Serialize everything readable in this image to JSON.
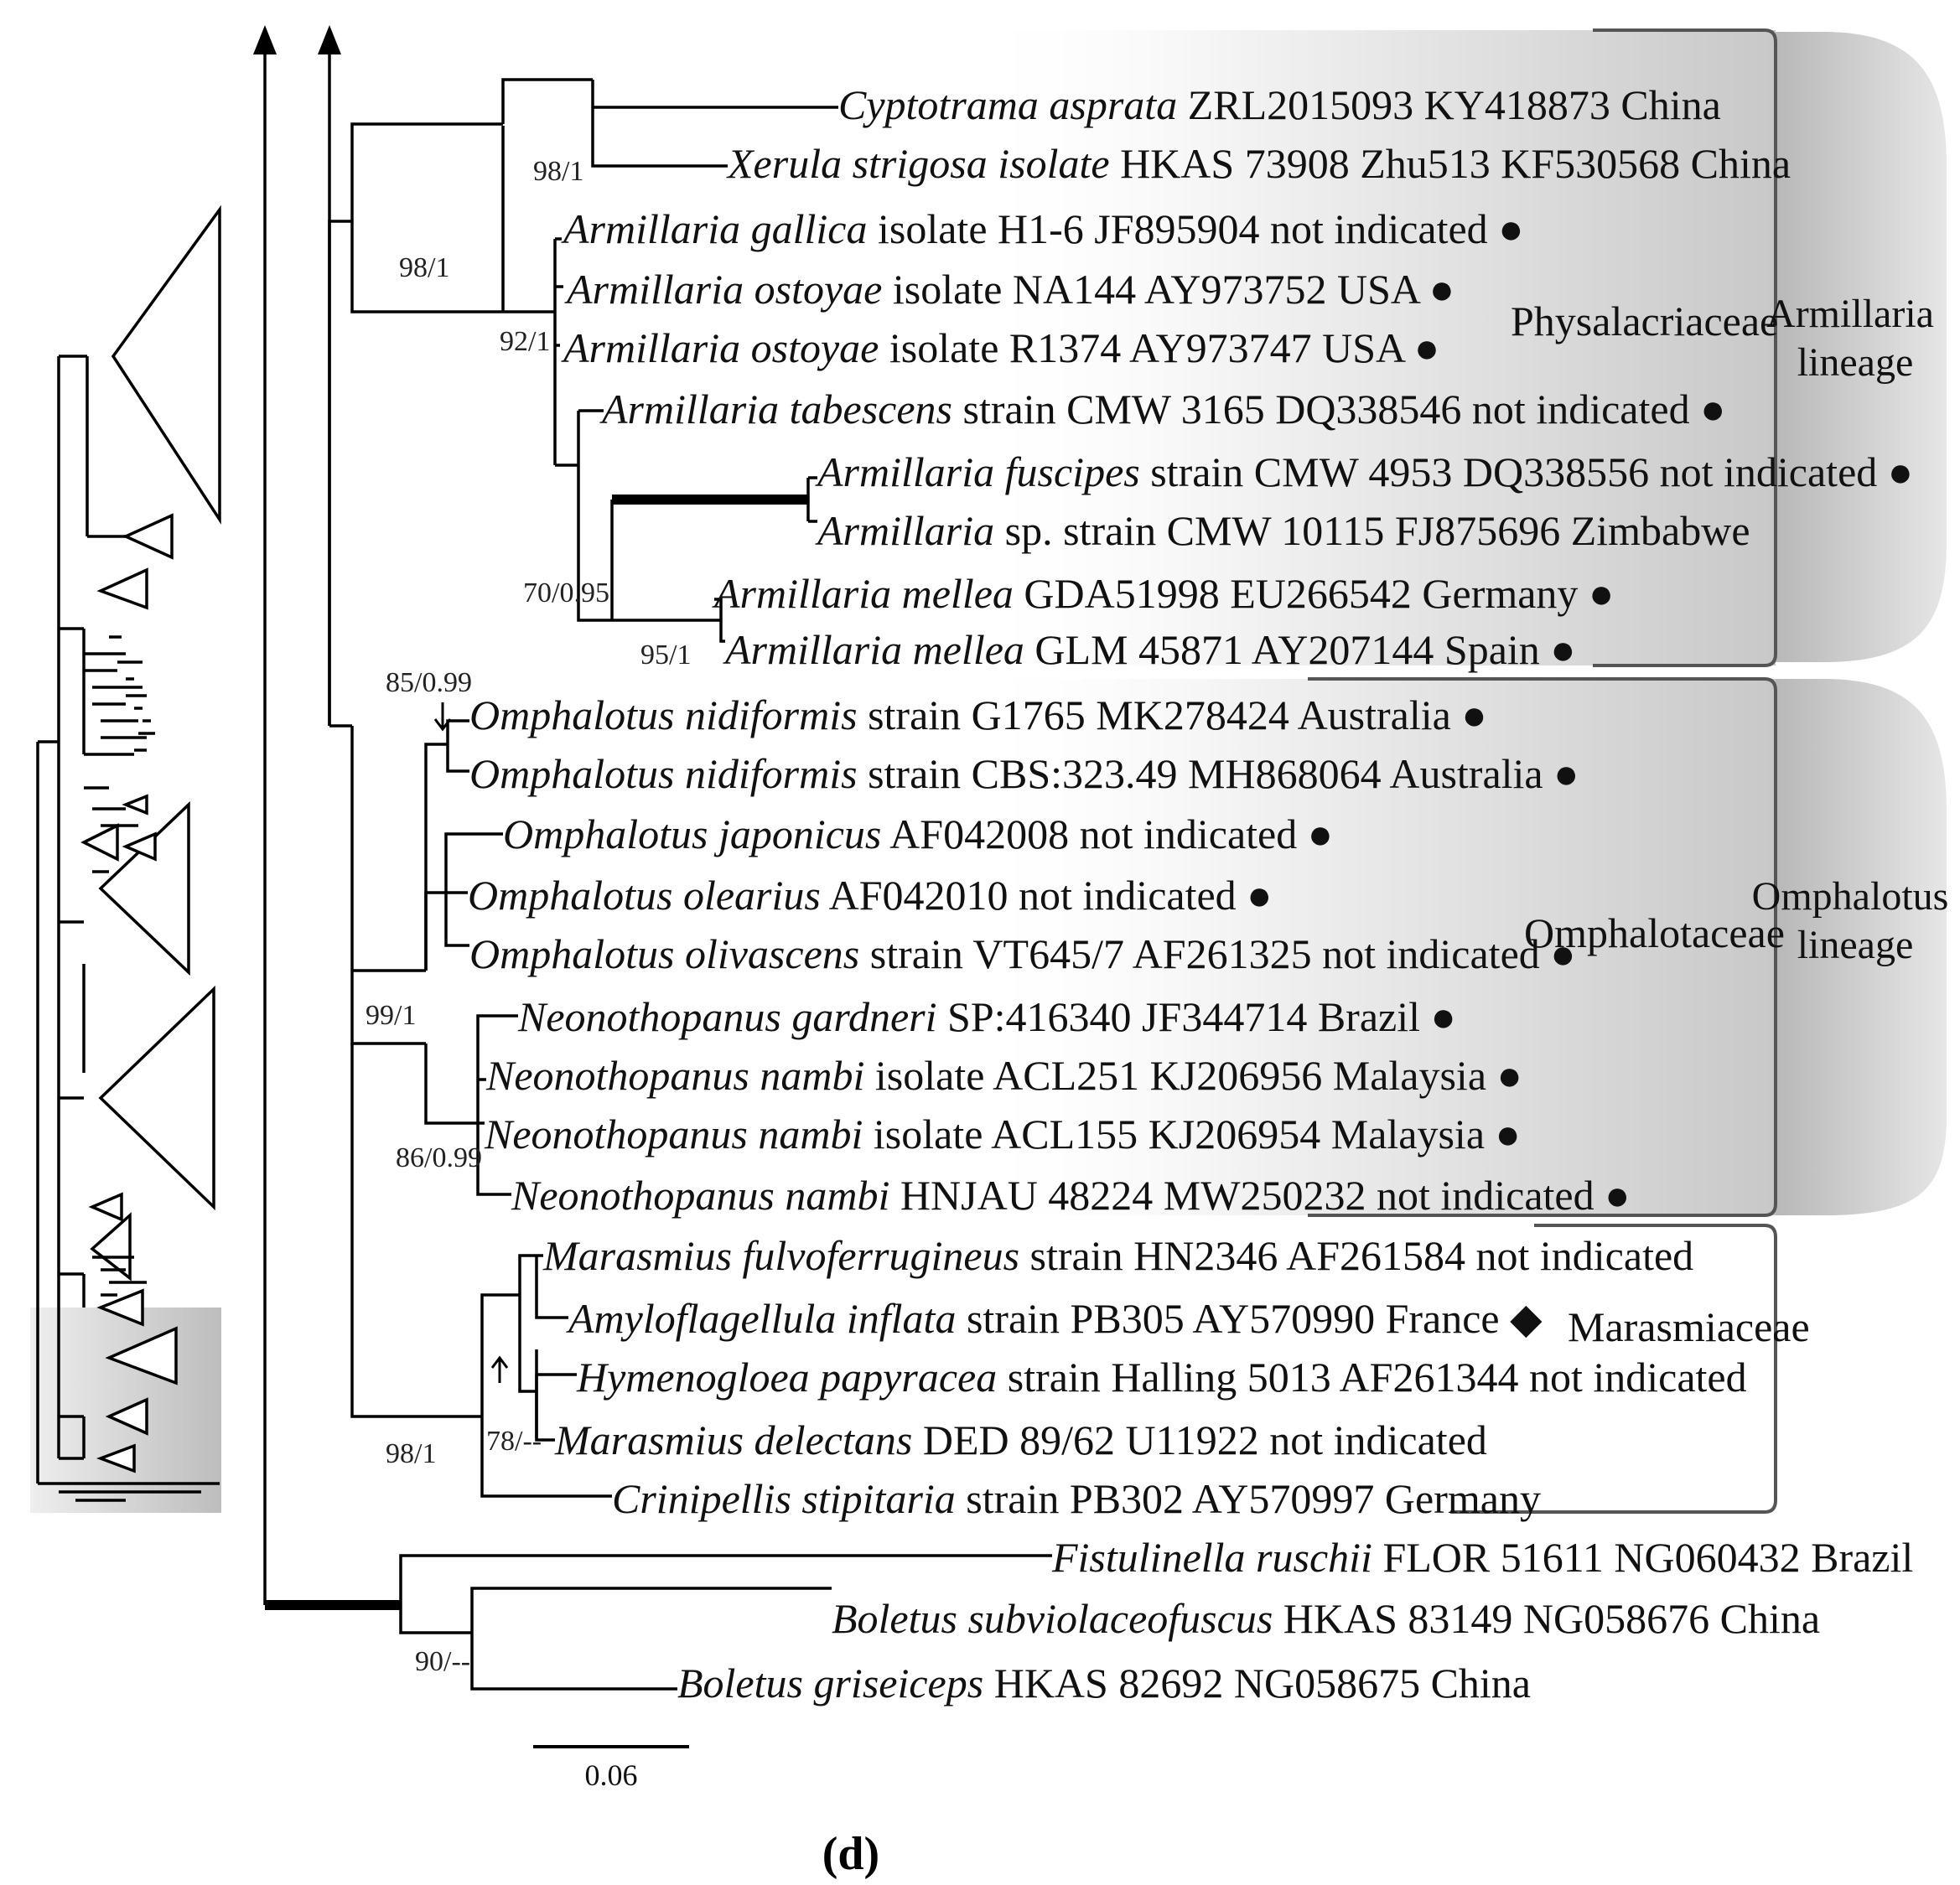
{
  "figure": {
    "panel_label": "(d)",
    "scale_bar": {
      "label": "0.06"
    },
    "families": [
      "Physalacriaceae",
      "Omphalotaceae",
      "Marasmiaceae"
    ],
    "lineages": [
      {
        "line1": "Armillaria",
        "line2": "lineage"
      },
      {
        "line1": "Omphalotus",
        "line2": "lineage"
      }
    ],
    "support_values": [
      "98/1",
      "98/1",
      "92/1",
      "70/0.95",
      "95/1",
      "85/0.99",
      "99/1",
      "86/0.99",
      "78/--",
      "98/1",
      "90/--"
    ],
    "taxa": [
      {
        "genus_species": "Cyptotrama asprata",
        "rest": "ZRL2015093 KY418873 China",
        "marker": ""
      },
      {
        "genus_species": "Xerula strigosa isolate",
        "rest": "HKAS 73908 Zhu513 KF530568 China",
        "marker": ""
      },
      {
        "genus_species": "Armillaria gallica",
        "rest": "isolate H1-6 JF895904 not indicated",
        "marker": "●"
      },
      {
        "genus_species": "Armillaria ostoyae",
        "rest": "isolate NA144 AY973752 USA",
        "marker": "●"
      },
      {
        "genus_species": "Armillaria ostoyae",
        "rest": "isolate R1374 AY973747 USA",
        "marker": "●"
      },
      {
        "genus_species": "Armillaria tabescens",
        "rest": "strain CMW 3165 DQ338546 not indicated",
        "marker": "●"
      },
      {
        "genus_species": "Armillaria fuscipes",
        "rest": "strain CMW 4953 DQ338556 not indicated",
        "marker": "●"
      },
      {
        "genus_species": "Armillaria",
        "rest": "sp. strain CMW 10115 FJ875696 Zimbabwe",
        "marker": ""
      },
      {
        "genus_species": "Armillaria mellea",
        "rest": "GDA51998 EU266542 Germany",
        "marker": "●"
      },
      {
        "genus_species": "Armillaria mellea",
        "rest": "GLM 45871 AY207144 Spain",
        "marker": "●"
      },
      {
        "genus_species": "Omphalotus nidiformis",
        "rest": "strain G1765 MK278424 Australia",
        "marker": "●"
      },
      {
        "genus_species": "Omphalotus nidiformis",
        "rest": "strain CBS:323.49 MH868064 Australia",
        "marker": "●"
      },
      {
        "genus_species": "Omphalotus japonicus",
        "rest": "AF042008 not indicated",
        "marker": "●"
      },
      {
        "genus_species": "Omphalotus olearius",
        "rest": "AF042010 not indicated",
        "marker": "●"
      },
      {
        "genus_species": "Omphalotus olivascens",
        "rest": "strain VT645/7 AF261325 not indicated",
        "marker": "●"
      },
      {
        "genus_species": "Neonothopanus gardneri",
        "rest": "SP:416340 JF344714 Brazil",
        "marker": "●"
      },
      {
        "genus_species": "Neonothopanus nambi",
        "rest": "isolate ACL251 KJ206956 Malaysia",
        "marker": "●"
      },
      {
        "genus_species": "Neonothopanus nambi",
        "rest": "isolate ACL155 KJ206954 Malaysia",
        "marker": "●"
      },
      {
        "genus_species": "Neonothopanus nambi",
        "rest": "HNJAU 48224 MW250232 not indicated",
        "marker": "●"
      },
      {
        "genus_species": "Marasmius fulvoferrugineus",
        "rest": "strain HN2346 AF261584 not indicated",
        "marker": ""
      },
      {
        "genus_species": "Amyloflagellula inflata",
        "rest": "strain PB305 AY570990 France",
        "marker": "◆"
      },
      {
        "genus_species": "Hymenogloea papyracea",
        "rest": "strain Halling 5013 AF261344 not indicated",
        "marker": ""
      },
      {
        "genus_species": "Marasmius delectans",
        "rest": "DED 89/62 U11922 not indicated",
        "marker": ""
      },
      {
        "genus_species": "Crinipellis stipitaria",
        "rest": "strain PB302 AY570997 Germany",
        "marker": ""
      },
      {
        "genus_species": "Fistulinella ruschii",
        "rest": "FLOR 51611 NG060432 Brazil",
        "marker": ""
      },
      {
        "genus_species": "Boletus subviolaceofuscus",
        "rest": "HKAS 83149 NG058676 China",
        "marker": ""
      },
      {
        "genus_species": "Boletus griseiceps",
        "rest": "HKAS 82692 NG058675 China",
        "marker": ""
      }
    ]
  }
}
